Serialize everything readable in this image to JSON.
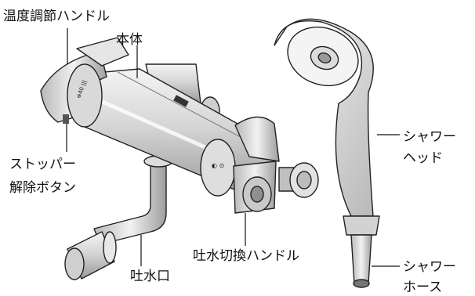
{
  "labels": {
    "temperature_handle": "温度調節ハンドル",
    "body": "本体",
    "stopper_line1": "ストッパー",
    "stopper_line2": "解除ボタン",
    "diverter_handle": "吐水切換ハンドル",
    "spout": "吐水口",
    "shower_head_line1": "シャワー",
    "shower_head_line2": "ヘッド",
    "shower_hose_line1": "シャワー",
    "shower_hose_line2": "ホース"
  }
}
